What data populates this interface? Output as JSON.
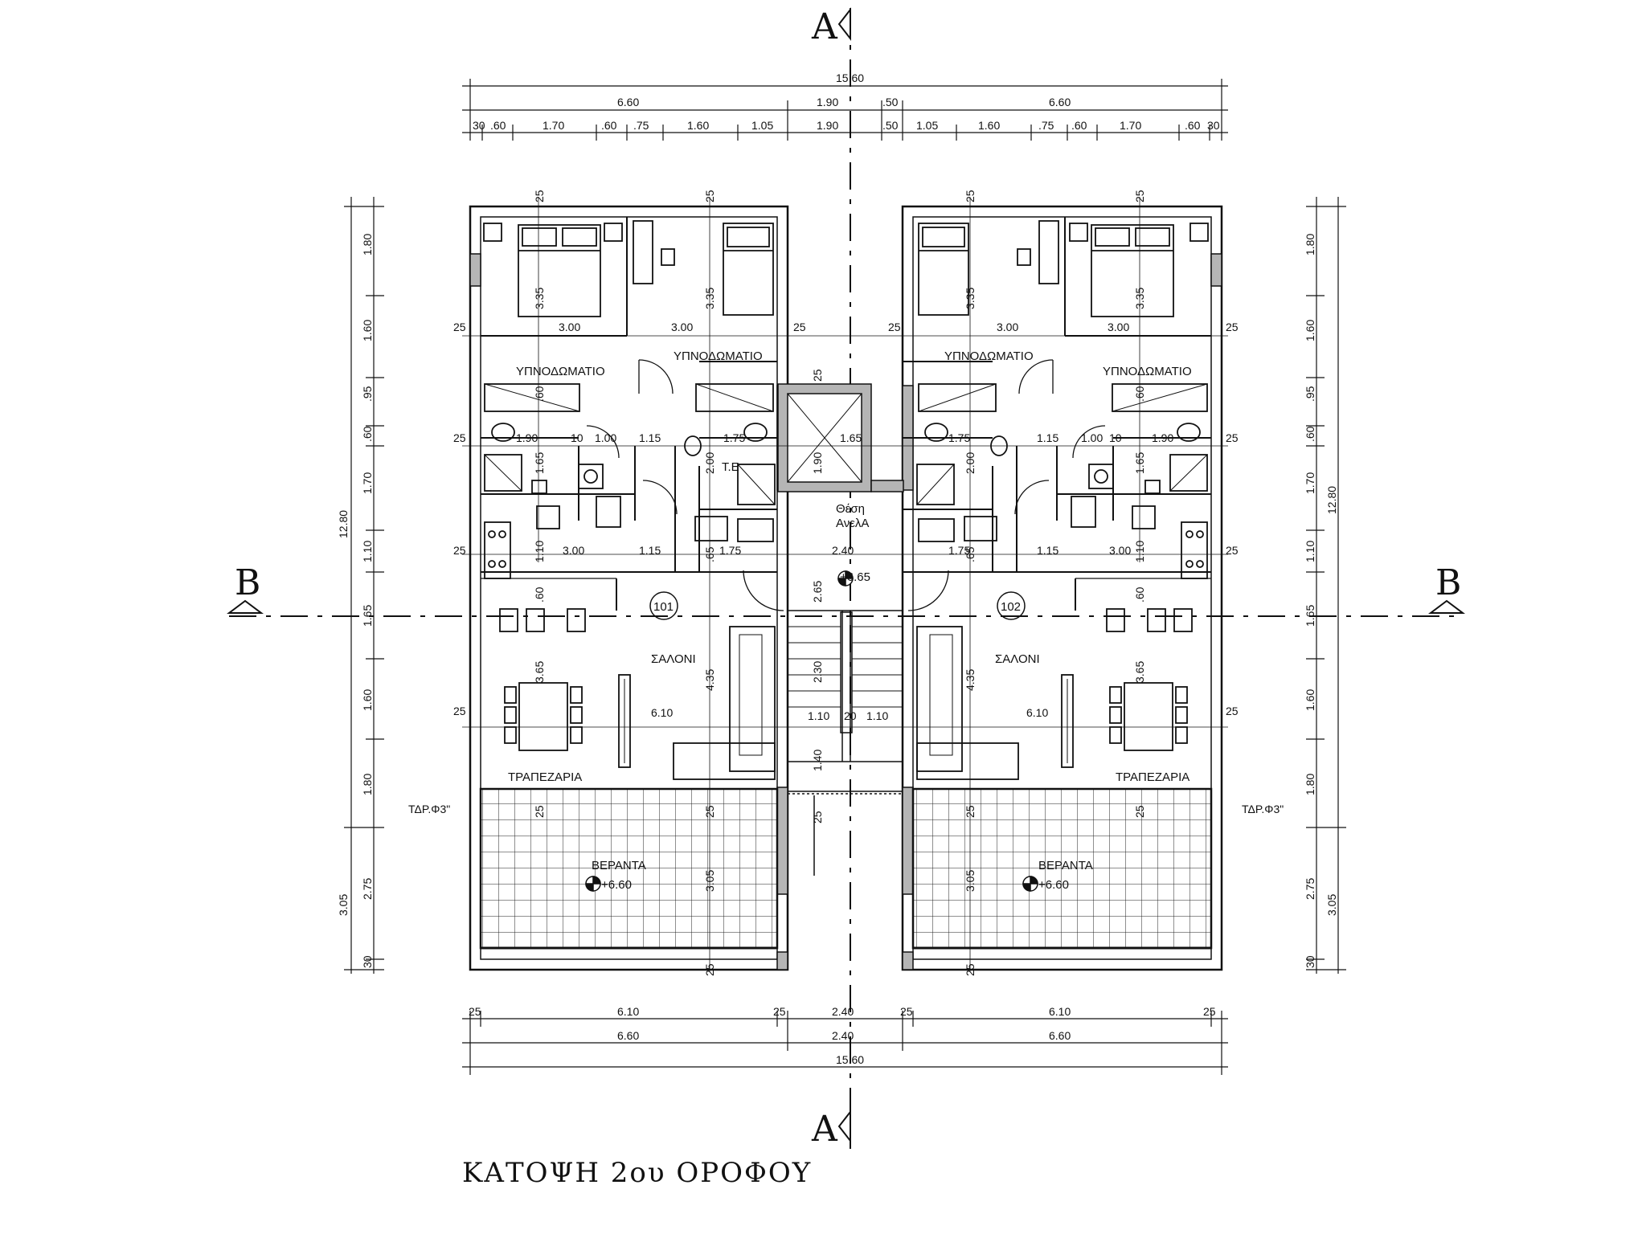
{
  "drawing_title": "ΚΑΤΟΨΗ 2ου ΟΡΟΦΟΥ",
  "section_markers": {
    "a_top": "A",
    "a_bottom": "A",
    "b_left": "B",
    "b_right": "B"
  },
  "units": {
    "left": "101",
    "right": "102"
  },
  "rooms": {
    "bedroom": "ΥΠΝΟΔΩΜΑΤΙΟ",
    "living": "ΣΑΛΟΝΙ",
    "dining": "ΤΡΑΠΕΖΑΡΙΑ",
    "veranda": "ΒΕΡΑΝΤΑ",
    "lift_1": "Θέση",
    "lift_2": "ΑνελΑ",
    "te": "Τ.Ε",
    "wall_note": "ΤΔΡ.Φ3\""
  },
  "levels": {
    "landing": "+6.65",
    "veranda": "+6.60"
  },
  "dims_top": {
    "overall": "15.60",
    "row2": [
      "6.60",
      "1.90",
      ".50",
      "6.60"
    ],
    "row3": [
      "30",
      ".60",
      "1.70",
      ".60",
      ".75",
      "1.60",
      "1.05",
      "1.90",
      ".50",
      "1.05",
      "1.60",
      ".75",
      ".60",
      "1.70",
      ".60",
      "30"
    ]
  },
  "dims_bottom": {
    "row1": [
      "25",
      "6.10",
      "25",
      "2.40",
      "25",
      "6.10",
      "25"
    ],
    "row2": [
      "6.60",
      "2.40",
      "6.60"
    ],
    "overall": "15.60"
  },
  "dims_left": {
    "segments": [
      "1.80",
      "1.60",
      ".95",
      ".60",
      "1.70",
      "1.10",
      "1.65",
      "1.60",
      "1.80"
    ],
    "lower": [
      "2.75",
      "30"
    ],
    "overall": "12.80",
    "veranda": "3.05"
  },
  "dims_right": {
    "segments": [
      "1.80",
      "1.60",
      ".95",
      ".60",
      "1.70",
      "1.10",
      "1.65",
      "1.60",
      "1.80"
    ],
    "lower": [
      "2.75",
      "30"
    ],
    "overall": "12.80",
    "veranda": "3.05"
  },
  "interior_dims": {
    "bed_w": "3.00",
    "bed_h": "3.35",
    "wall": "25",
    "bath_w": "1.90",
    "bath_h": "1.65",
    "corr": "1.00",
    "hall": "1.15",
    "ten": "10",
    "te_w": "1.75",
    "kitchen_w": "3.00",
    "kitchen_h": "1.10",
    "counter": ".60",
    "living_w": "6.10",
    "living_h": "4.35",
    "dining_h": "3.65",
    "stair_w": "2.40",
    "stair_h": "2.65",
    "stair_run": "2.30",
    "flight": "1.10",
    "gap": "20",
    "lift_h": "1.90",
    "lift_w": "1.65",
    "te_h": "2.00",
    "sh": ".65",
    "veranda_h": "3.05",
    "landing": "1.40"
  },
  "colors": {
    "line": "#111111",
    "wall_fill": "#b5b5b5",
    "background": "#ffffff"
  }
}
